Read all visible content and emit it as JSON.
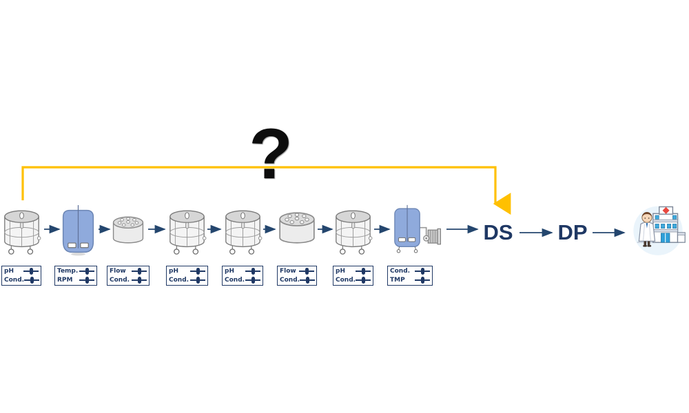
{
  "diagram": {
    "title_annotation": {
      "question_mark": "?"
    },
    "feedback_loop": {
      "icon": "yellow-bracket-arrow",
      "color": "#FFC000",
      "from": "first-process-unit",
      "to": "DS"
    },
    "stages": [
      {
        "name": "mixing-tank-1",
        "icon": "stirred-tote-tank-icon",
        "params": [
          "pH",
          "Cond."
        ]
      },
      {
        "name": "bioreactor",
        "icon": "bioreactor-vessel-icon",
        "params": [
          "Temp.",
          "RPM"
        ]
      },
      {
        "name": "filter-1",
        "icon": "filter-capsule-icon",
        "params": [
          "Flow",
          "Cond."
        ]
      },
      {
        "name": "mixing-tank-2",
        "icon": "stirred-tote-tank-icon",
        "params": [
          "pH",
          "Cond."
        ]
      },
      {
        "name": "mixing-tank-3",
        "icon": "stirred-tote-tank-icon",
        "params": [
          "pH",
          "Cond."
        ]
      },
      {
        "name": "filter-2",
        "icon": "filter-capsule-icon",
        "params": [
          "Flow",
          "Cond."
        ]
      },
      {
        "name": "mixing-tank-4",
        "icon": "stirred-tote-tank-icon",
        "params": [
          "pH",
          "Cond."
        ]
      },
      {
        "name": "uf-df-skid",
        "icon": "vessel-with-pump-icon",
        "params": [
          "Cond.",
          "TMP"
        ]
      }
    ],
    "outputs": [
      {
        "label": "DS"
      },
      {
        "label": "DP"
      }
    ],
    "destination": {
      "icon": "doctor-hospital-icon"
    },
    "colors": {
      "navy_text": "#1F3864",
      "arrow_navy": "#24466E",
      "loop_yellow": "#FFC000",
      "vessel_blue": "#8FAADC",
      "tank_gray": "#D9D9D9",
      "cross_red": "#E8483F",
      "window_blue": "#3FA9DC"
    }
  }
}
